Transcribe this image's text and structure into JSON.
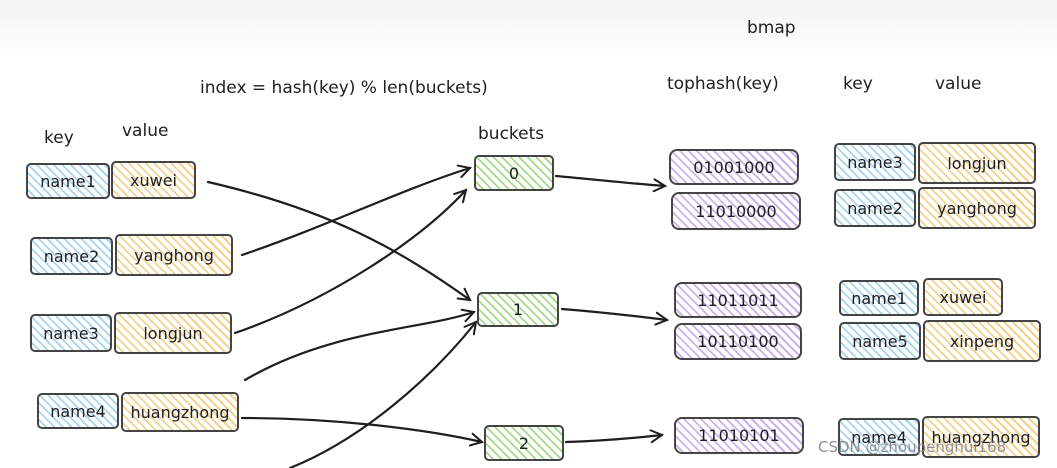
{
  "labels": {
    "bmap": "bmap",
    "formula": "index = hash(key) % len(buckets)",
    "tophash": "tophash(key)",
    "right_key": "key",
    "right_value": "value",
    "left_key": "key",
    "left_value": "value",
    "buckets": "buckets"
  },
  "inputs": [
    {
      "key": "name1",
      "value": "xuwei"
    },
    {
      "key": "name2",
      "value": "yanghong"
    },
    {
      "key": "name3",
      "value": "longjun"
    },
    {
      "key": "name4",
      "value": "huangzhong"
    }
  ],
  "buckets": [
    "0",
    "1",
    "2"
  ],
  "bmap": [
    {
      "tophash": [
        "01001000",
        "11010000"
      ],
      "entries": [
        {
          "key": "name3",
          "value": "longjun"
        },
        {
          "key": "name2",
          "value": "yanghong"
        }
      ]
    },
    {
      "tophash": [
        "11011011",
        "10110100"
      ],
      "entries": [
        {
          "key": "name1",
          "value": "xuwei"
        },
        {
          "key": "name5",
          "value": "xinpeng"
        }
      ]
    },
    {
      "tophash": [
        "11010101"
      ],
      "entries": [
        {
          "key": "name4",
          "value": "huangzhong"
        }
      ]
    }
  ],
  "watermark": "CSDN @zhoupenghui168",
  "colors": {
    "key": "#a7d4ee",
    "value": "#f4d28c",
    "bucket": "#a6d98a",
    "tophash": "#c8b3ec"
  }
}
